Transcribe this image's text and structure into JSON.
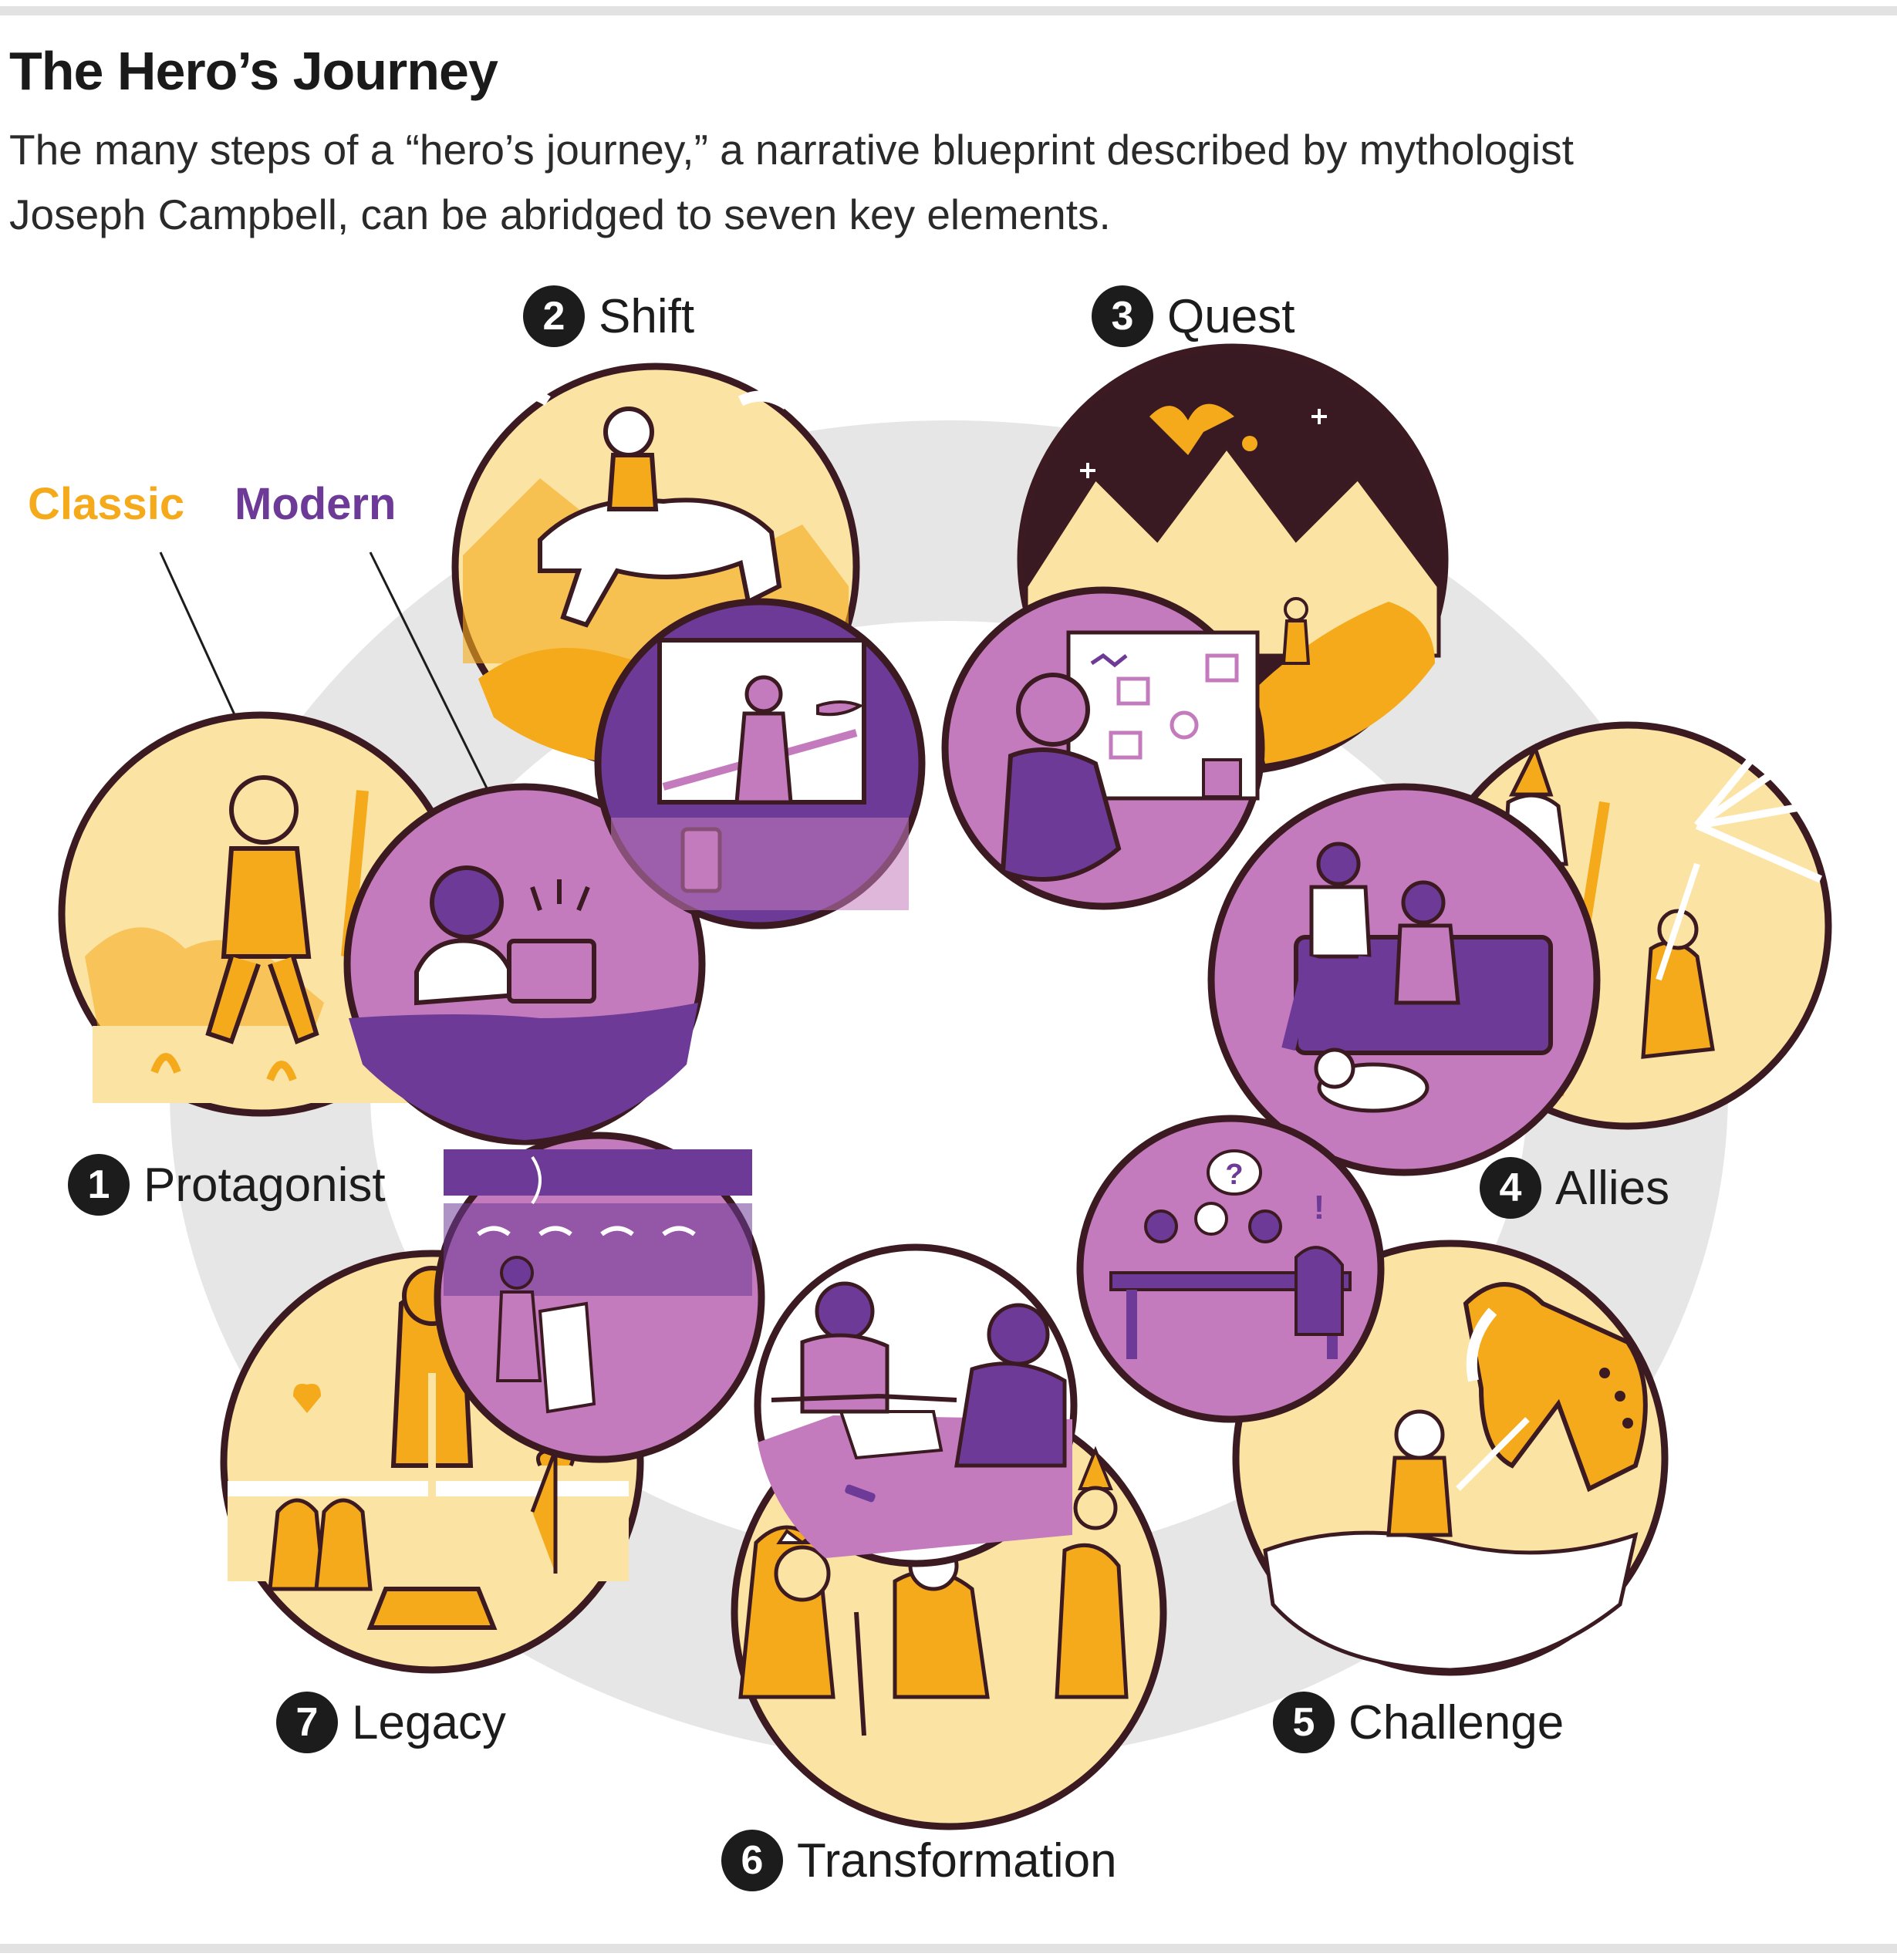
{
  "header": {
    "title": "The Hero’s Journey",
    "subtitle_line1": "The many steps of a “hero’s journey,” a narrative blueprint described by mythologist",
    "subtitle_line2": "Joseph Campbell, can be abridged to seven key elements."
  },
  "legend": {
    "classic_label": "Classic",
    "modern_label": "Modern",
    "classic_color": "#f5aa1b",
    "modern_color": "#6d3a97"
  },
  "steps": [
    {
      "number": "1",
      "label": "Protagonist"
    },
    {
      "number": "2",
      "label": "Shift"
    },
    {
      "number": "3",
      "label": "Quest"
    },
    {
      "number": "4",
      "label": "Allies"
    },
    {
      "number": "5",
      "label": "Challenge"
    },
    {
      "number": "6",
      "label": "Transformation"
    },
    {
      "number": "7",
      "label": "Legacy"
    }
  ],
  "colors": {
    "ring": "#e6e6e6",
    "classic_light": "#fbe3a3",
    "classic_gold": "#f5aa1b",
    "modern_light": "#c47bbd",
    "modern_dark": "#6d3a97",
    "outline": "#3b1a21",
    "night": "#3a1a22"
  }
}
